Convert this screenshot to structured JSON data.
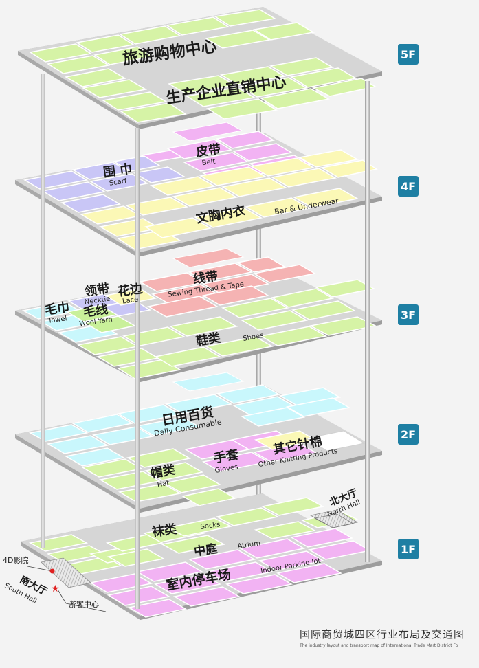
{
  "floors": [
    {
      "badge": "5F",
      "labels": [
        {
          "zh": "旅游购物中心",
          "en": ""
        },
        {
          "zh": "生产企业直销中心",
          "en": ""
        }
      ]
    },
    {
      "badge": "4F",
      "labels": [
        {
          "zh": "皮带",
          "en": "Belt"
        },
        {
          "zh": "围 巾",
          "en": "Scarf"
        },
        {
          "zh": "文胸内衣",
          "en": "Bar & Underwear"
        }
      ]
    },
    {
      "badge": "3F",
      "labels": [
        {
          "zh": "线带",
          "en": "Sewing Thread & Tape"
        },
        {
          "zh": "领带",
          "en": "Necktie"
        },
        {
          "zh": "花边",
          "en": "Lace"
        },
        {
          "zh": "毛巾",
          "en": "Towel"
        },
        {
          "zh": "毛线",
          "en": "Wool Yarn"
        },
        {
          "zh": "鞋类",
          "en": "Shoes"
        }
      ]
    },
    {
      "badge": "2F",
      "labels": [
        {
          "zh": "日用百货",
          "en": "Dally Consumable"
        },
        {
          "zh": "手套",
          "en": "Gloves"
        },
        {
          "zh": "其它针棉",
          "en": "Other Knitting Products"
        },
        {
          "zh": "帽类",
          "en": "Hat"
        }
      ]
    },
    {
      "badge": "1F",
      "labels": [
        {
          "zh": "袜类",
          "en": "Socks"
        },
        {
          "zh": "中庭",
          "en": "Atrium"
        },
        {
          "zh": "室内停车场",
          "en": "Indoor Parking lot"
        }
      ]
    }
  ],
  "halls": {
    "north_zh": "北大厅",
    "north_en": "North Hall",
    "south_zh": "南大厅",
    "south_en": "South Hall",
    "cinema": "4D影院",
    "visitor": "游客中心"
  },
  "footer": {
    "title": "国际商贸城四区行业布局及交通图",
    "subtitle": "The industry layout and transport map of International Trade Mart District Fo"
  },
  "colors": {
    "green": "#d6f3a6",
    "pink": "#f2b3f3",
    "purple": "#c9c6f6",
    "yellow": "#fbf8b6",
    "salmon": "#f5b3b3",
    "cyan": "#c9f7fc",
    "lime": "#c9f09a",
    "badge": "#1e7fa3",
    "slab": "#d9d9d9",
    "pillar": "#c4c4c4"
  }
}
